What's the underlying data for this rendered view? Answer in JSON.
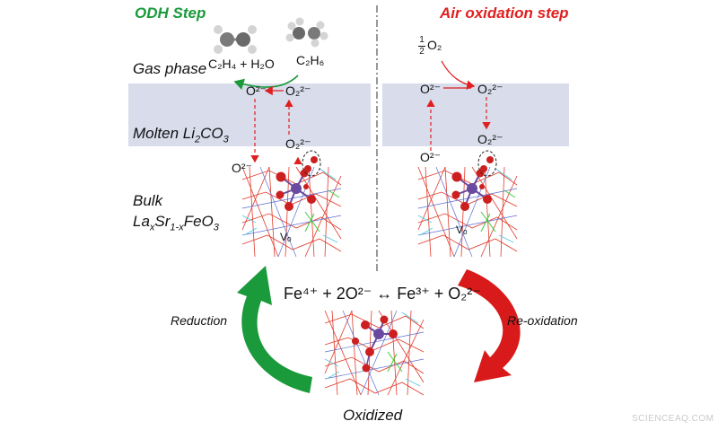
{
  "colors": {
    "odh_title": "#1a9a3a",
    "air_title": "#e02020",
    "band": "#d8dceb",
    "reduction_arrow": "#1a9a3a",
    "reoxidation_arrow": "#d91a1a",
    "lattice_red": "#e03a2a",
    "lattice_blue": "#5a6fd0",
    "lattice_cyan": "#55c8e0",
    "lattice_green": "#3ad03a",
    "atom_red": "#cc1f1f",
    "atom_fe": "#6a4aa0"
  },
  "headers": {
    "odh": "ODH Step",
    "air": "Air oxidation step"
  },
  "layers": {
    "gas_phase": "Gas phase",
    "molten_main": "Molten Li",
    "molten_sub": "2",
    "molten_end": "CO",
    "molten_sub2": "3",
    "bulk": "Bulk",
    "material_a": "La",
    "material_x": "x",
    "material_b": "Sr",
    "material_1x": "1-x",
    "material_c": "FeO",
    "material_3": "3"
  },
  "species": {
    "c2h4_h2o": "C₂H₄ + H₂O",
    "c2h6": "C₂H₆",
    "o_left_gas": "O²⁻",
    "o2_left_gas": "O₂²⁻",
    "o2_left_molten": "O₂²⁻",
    "o_left_bulk": "O²⁻",
    "half_num": "1",
    "half_den": "2",
    "o2_gas": "O₂",
    "o_right_gas": "O²⁻",
    "o2_right_gas": "O₂²⁻",
    "o2_right_molten": "O₂²⁻",
    "o_right_bulk": "O²⁻",
    "vacancy_left": "Vₒ",
    "vacancy_right": "Vₒ"
  },
  "equation": "Fe⁴⁺ + 2O²⁻ ↔ Fe³⁺ + O₂²⁻",
  "cycle": {
    "reduction": "Reduction",
    "reoxidation": "Re-oxidation",
    "oxidized": "Oxidized"
  },
  "watermark": "SCIENCEAQ.COM"
}
